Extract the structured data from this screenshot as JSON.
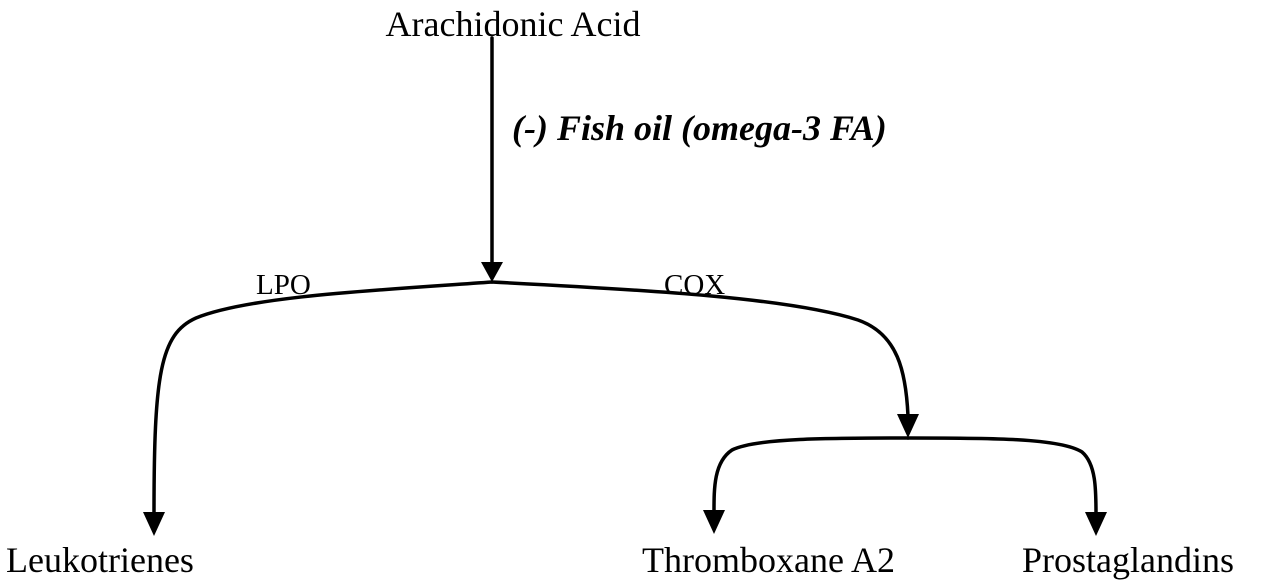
{
  "diagram": {
    "nodes": {
      "arachidonic_acid": "Arachidonic Acid",
      "leukotrienes": "Leukotrienes",
      "thromboxane_a2": "Thromboxane A2",
      "prostaglandins": "Prostaglandins"
    },
    "inhibitor": "(-) Fish oil (omega-3 FA)",
    "enzymes": {
      "lpo": "LPO",
      "cox": "COX"
    },
    "colors": {
      "ink": "#000000",
      "background": "#ffffff"
    }
  }
}
